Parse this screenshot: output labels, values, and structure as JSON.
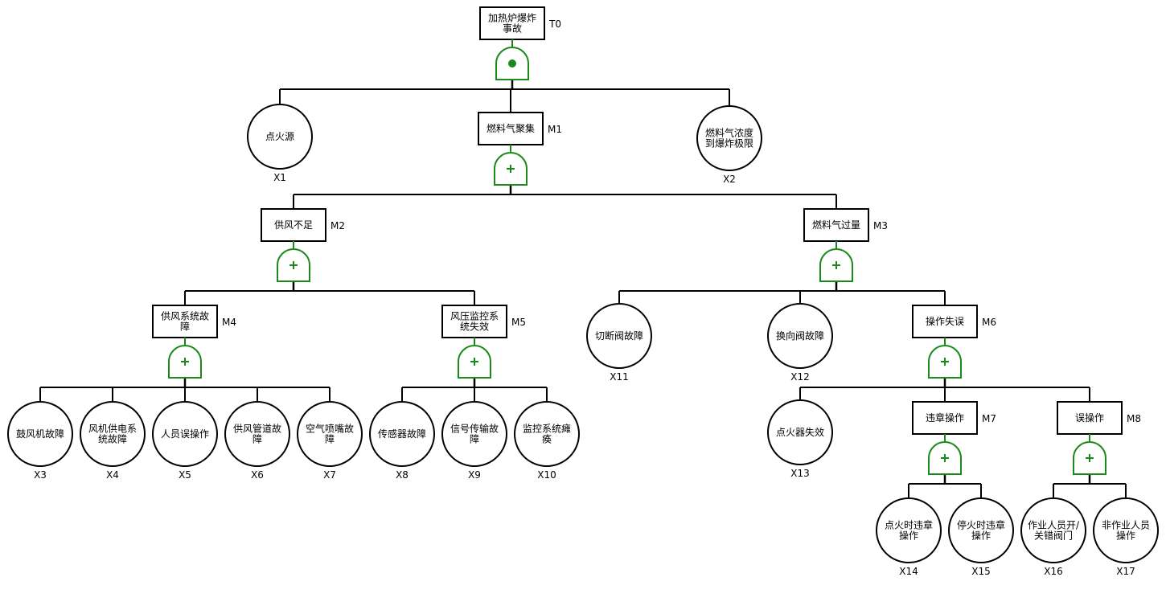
{
  "colors": {
    "line": "#000000",
    "gate": "#1a8a1a"
  },
  "nodes": [
    {
      "id": "T0",
      "kind": "event",
      "lines": [
        "加热炉爆炸",
        "事故"
      ],
      "gate": "and",
      "children": [
        "X1",
        "M1",
        "X2"
      ]
    },
    {
      "id": "X1",
      "kind": "basic",
      "lines": [
        "点火源"
      ]
    },
    {
      "id": "M1",
      "kind": "event",
      "lines": [
        "燃料气聚集"
      ],
      "gate": "or",
      "children": [
        "M2",
        "M3"
      ]
    },
    {
      "id": "X2",
      "kind": "basic",
      "lines": [
        "燃料气浓度",
        "到爆炸极限"
      ]
    },
    {
      "id": "M2",
      "kind": "event",
      "lines": [
        "供风不足"
      ],
      "gate": "or",
      "children": [
        "M4",
        "M5"
      ]
    },
    {
      "id": "M3",
      "kind": "event",
      "lines": [
        "燃料气过量"
      ],
      "gate": "or",
      "children": [
        "X11",
        "X12",
        "M6"
      ]
    },
    {
      "id": "M4",
      "kind": "event",
      "lines": [
        "供风系统故",
        "障"
      ],
      "gate": "or",
      "children": [
        "X3",
        "X4",
        "X5",
        "X6",
        "X7"
      ]
    },
    {
      "id": "M5",
      "kind": "event",
      "lines": [
        "风压监控系",
        "统失效"
      ],
      "gate": "or",
      "children": [
        "X8",
        "X9",
        "X10"
      ]
    },
    {
      "id": "X3",
      "kind": "basic",
      "lines": [
        "鼓风机故障"
      ]
    },
    {
      "id": "X4",
      "kind": "basic",
      "lines": [
        "风机供电系",
        "统故障"
      ]
    },
    {
      "id": "X5",
      "kind": "basic",
      "lines": [
        "人员误操作"
      ]
    },
    {
      "id": "X6",
      "kind": "basic",
      "lines": [
        "供风管道故",
        "障"
      ]
    },
    {
      "id": "X7",
      "kind": "basic",
      "lines": [
        "空气喷嘴故",
        "障"
      ]
    },
    {
      "id": "X8",
      "kind": "basic",
      "lines": [
        "传感器故障"
      ]
    },
    {
      "id": "X9",
      "kind": "basic",
      "lines": [
        "信号传输故",
        "障"
      ]
    },
    {
      "id": "X10",
      "kind": "basic",
      "lines": [
        "监控系统瘫",
        "痪"
      ]
    },
    {
      "id": "X11",
      "kind": "basic",
      "lines": [
        "切断阀故障"
      ]
    },
    {
      "id": "X12",
      "kind": "basic",
      "lines": [
        "换向阀故障"
      ]
    },
    {
      "id": "M6",
      "kind": "event",
      "lines": [
        "操作失误"
      ],
      "gate": "or",
      "children": [
        "X13",
        "M7",
        "M8"
      ]
    },
    {
      "id": "X13",
      "kind": "basic",
      "lines": [
        "点火器失效"
      ]
    },
    {
      "id": "M7",
      "kind": "event",
      "lines": [
        "违章操作"
      ],
      "gate": "or",
      "children": [
        "X14",
        "X15"
      ]
    },
    {
      "id": "M8",
      "kind": "event",
      "lines": [
        "误操作"
      ],
      "gate": "or",
      "children": [
        "X16",
        "X17"
      ]
    },
    {
      "id": "X14",
      "kind": "basic",
      "lines": [
        "点火时违章",
        "操作"
      ]
    },
    {
      "id": "X15",
      "kind": "basic",
      "lines": [
        "停火时违章",
        "操作"
      ]
    },
    {
      "id": "X16",
      "kind": "basic",
      "lines": [
        "作业人员开/",
        "关错阀门"
      ]
    },
    {
      "id": "X17",
      "kind": "basic",
      "lines": [
        "非作业人员",
        "操作"
      ]
    }
  ]
}
